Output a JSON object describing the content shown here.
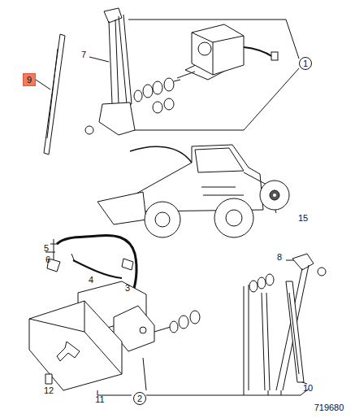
{
  "diagram": {
    "nodes": [
      {
        "text": [
          "9"
        ]
      },
      {
        "text": [
          "1"
        ]
      },
      {
        "text": [
          "2"
        ]
      }
    ],
    "labels": [
      "7",
      "15",
      "5",
      "6",
      "4",
      "3",
      "8",
      "12",
      "11",
      "10",
      "719680"
    ]
  }
}
